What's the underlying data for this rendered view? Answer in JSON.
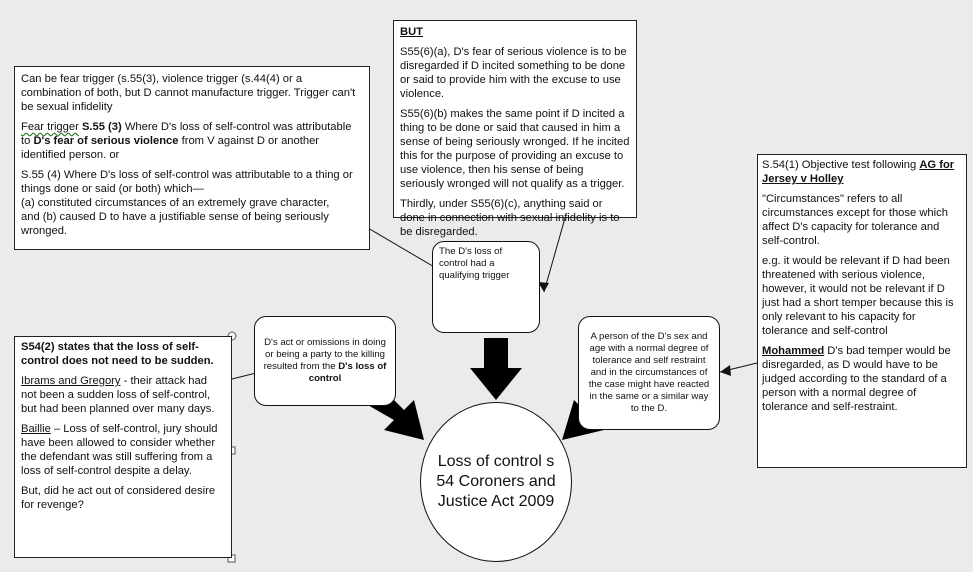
{
  "box_triggers": {
    "p1": "Can be fear trigger (s.55(3), violence trigger (s.44(4) or a combination of both, but D cannot manufacture trigger. Trigger can't be sexual infidelity",
    "p2_head": "Fear trigger",
    "p2_ref": "S.55 (3)",
    "p2_text1": " Where D's loss of self-control was attributable to ",
    "p2_bold": "D's fear of serious violence",
    "p2_text2": " from V against D or another identified person. or",
    "p3_a": "S.55 (4) Where D's loss of self-control was attributable to a thing or things done or said (or both) which—",
    "p3_b": "(a) constituted circumstances of an extremely grave character,",
    "p3_c": "and (b) caused D to have a justifiable sense of being seriously wronged."
  },
  "box_but": {
    "title": "BUT",
    "p1": "S55(6)(a), D's fear of serious violence is to be disregarded if D incited something to be done or said to provide him with the excuse to use violence.",
    "p2": "S55(6)(b) makes the same point if D incited a thing to be done or said that caused in him a sense of being seriously wronged.  If he incited this for the purpose of providing an excuse to use violence, then his sense of being seriously wronged will not qualify as a trigger.",
    "p3": "Thirdly, under S55(6)(c), anything said or done in connection with sexual infidelity is to be disregarded."
  },
  "box_objective": {
    "p1_a": "S.54(1) Objective test following ",
    "p1_b": "AG for Jersey v Holley",
    "p2": "\"Circumstances\" refers to all circumstances except for those which affect D's capacity for tolerance and self-control.",
    "p3": "e.g. it would be relevant if D had been threatened with serious violence, however, it would not be relevant if D just had a short temper because this is only relevant to his capacity for tolerance and self-control",
    "p4_head": "Mohammed",
    "p4_text": " D's bad temper would be disregarded, as D would have to be judged according to the standard of a person with a normal degree of tolerance and self-restraint."
  },
  "box_sudden": {
    "p1": "S54(2) states that the loss of self-control does not need to be sudden.",
    "p2_head": "Ibrams and Gregory",
    "p2_text": " - their attack had not been a sudden loss of self-control, but had been planned over many days.",
    "p3_head": "Baillie",
    "p3_text": " – Loss of self-control, jury should have been allowed to consider whether the defendant was still suffering from a loss of self-control despite a delay.",
    "p4": "But, did he act out of considered desire for revenge?"
  },
  "node_trigger": "The D's loss of control had a qualifying trigger",
  "node_act": {
    "text": "D's act or omissions in doing or being a party to the killing resulted from the ",
    "bold": "D's loss of control"
  },
  "node_person": "A person of the D's sex and age with a normal degree of tolerance and self restraint and in the circumstances of the case might have reacted in the same or a similar way to the D.",
  "center": "Loss of control  s 54 Coroners and Justice Act 2009"
}
